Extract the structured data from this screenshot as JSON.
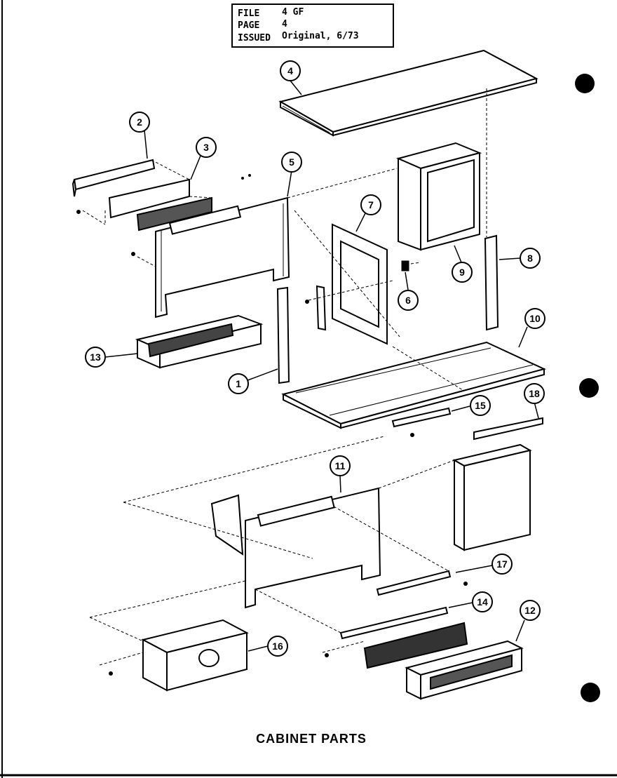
{
  "header": {
    "file_label": "FILE",
    "file_value": "4 GF",
    "page_label": "PAGE",
    "page_value": "4",
    "issued_label": "ISSUED",
    "issued_value": "Original, 6/73"
  },
  "diagram": {
    "title": "CABINET PARTS",
    "callouts": [
      "1",
      "2",
      "3",
      "4",
      "5",
      "6",
      "7",
      "8",
      "9",
      "10",
      "11",
      "12",
      "13",
      "14",
      "15",
      "16",
      "17",
      "18"
    ]
  },
  "colors": {
    "ink": "#000000",
    "paper": "#ffffff"
  }
}
